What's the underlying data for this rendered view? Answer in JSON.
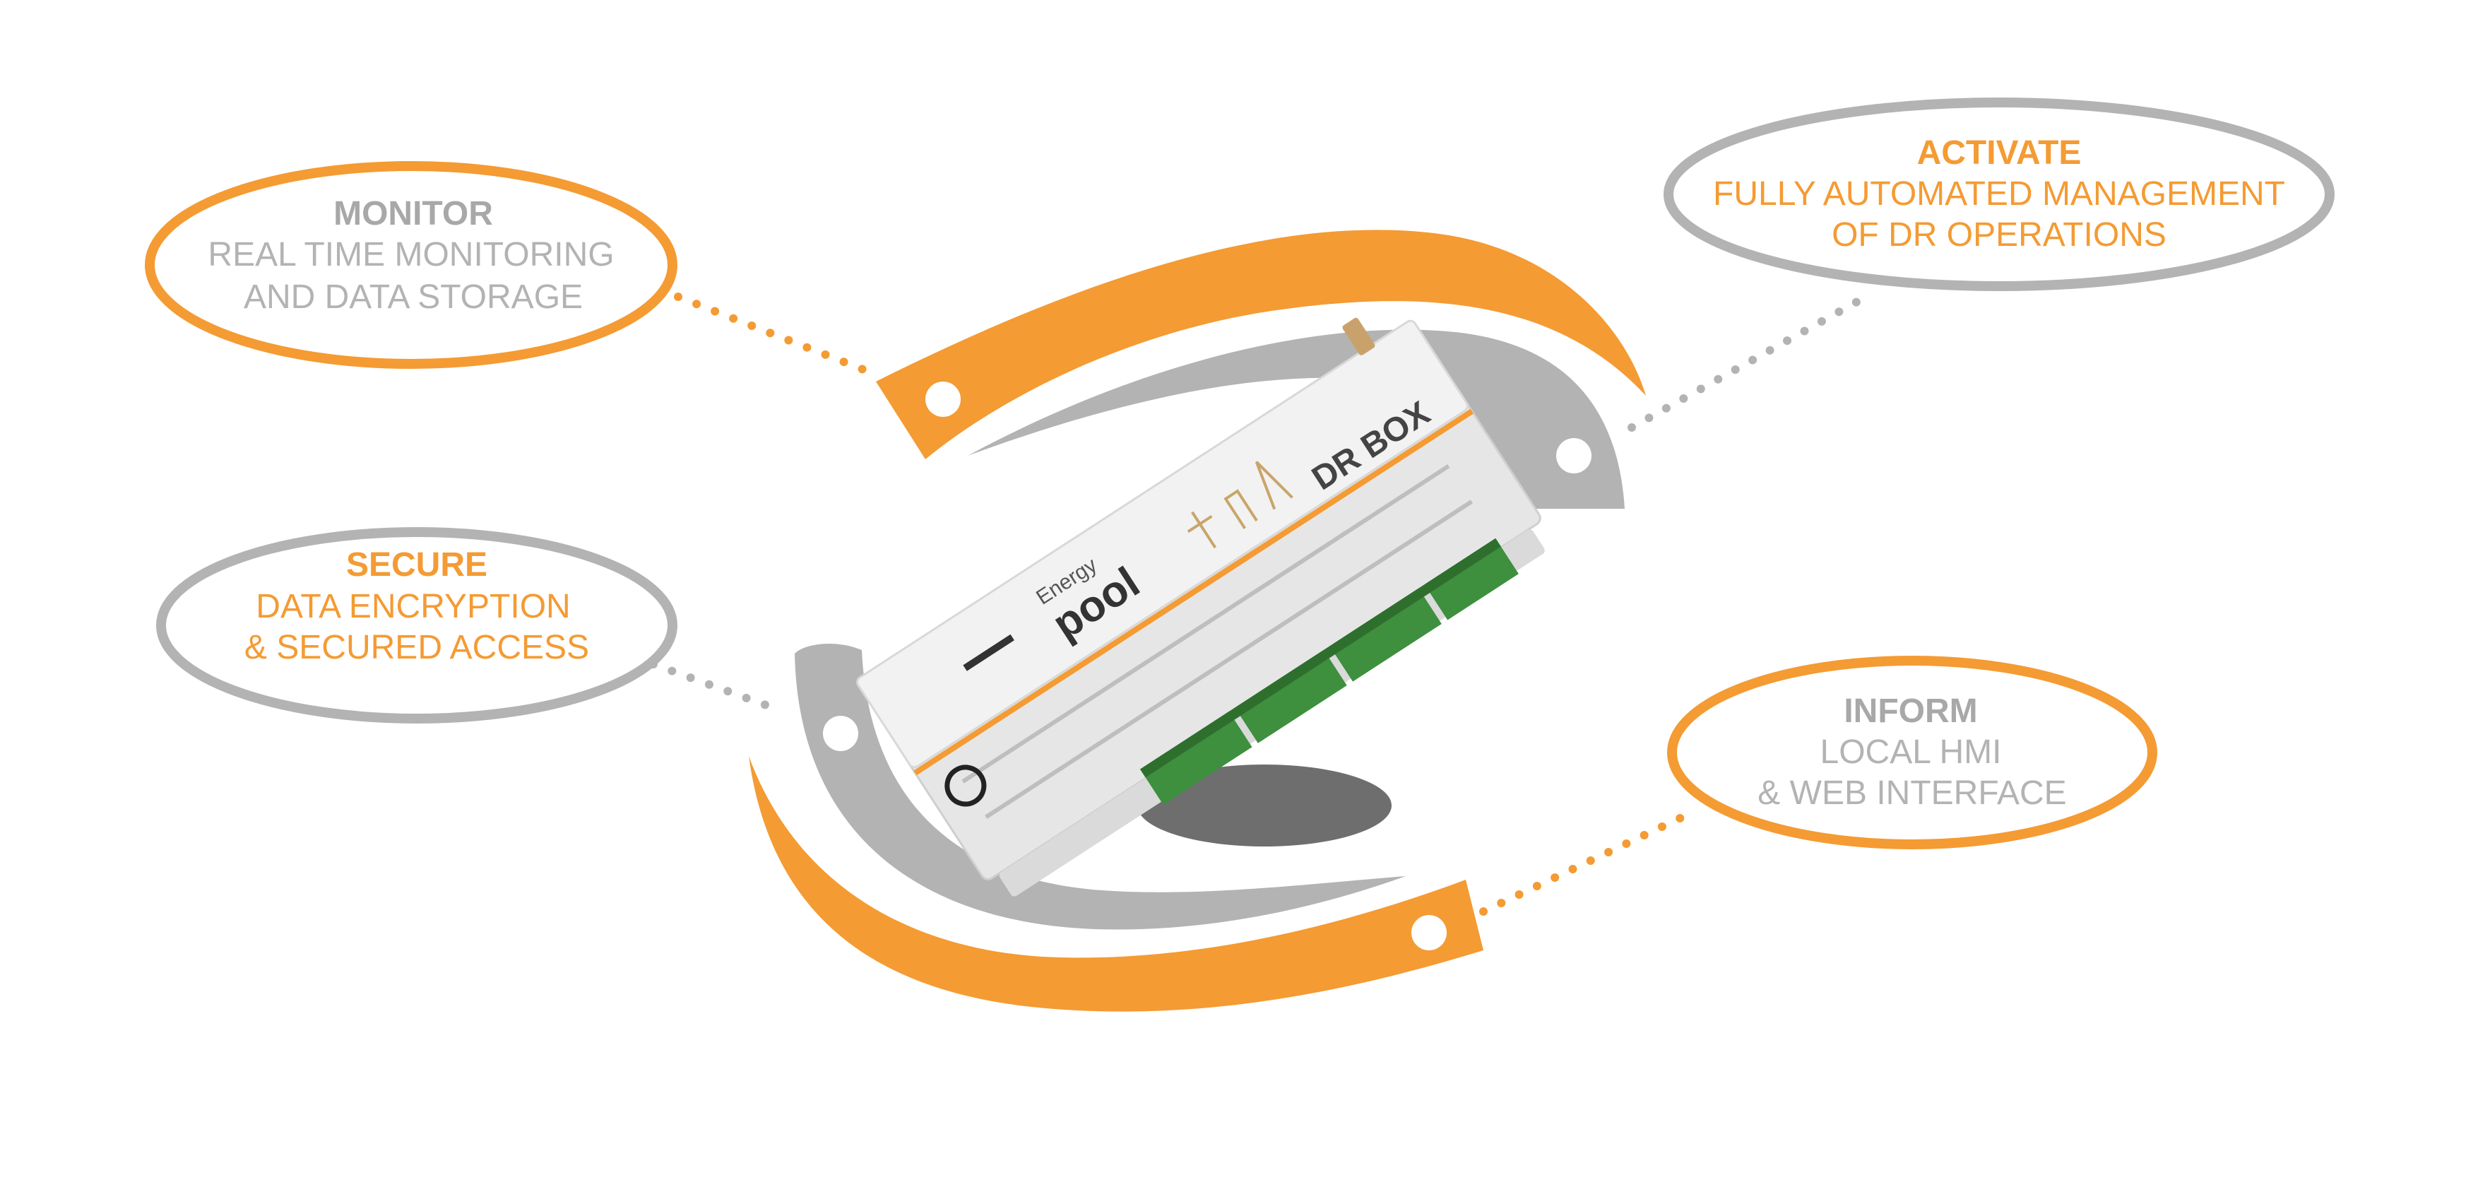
{
  "colors": {
    "orange": "#F49B33",
    "gray": "#B3B3B3",
    "dark_text": "#A8A8A8"
  },
  "callouts": {
    "monitor": {
      "title": "MONITOR",
      "line1": "REAL TIME MONITORING",
      "line2": "AND DATA STORAGE",
      "title_color": "gray",
      "text_color": "gray",
      "ring": "orange"
    },
    "activate": {
      "title": "ACTIVATE",
      "line1": "FULLY AUTOMATED MANAGEMENT",
      "line2": "OF DR OPERATIONS",
      "title_color": "orange",
      "text_color": "orange",
      "ring": "gray"
    },
    "secure": {
      "title": "SECURE",
      "line1": "DATA ENCRYPTION",
      "line2": "& SECURED ACCESS",
      "title_color": "orange",
      "text_color": "orange",
      "ring": "gray"
    },
    "inform": {
      "title": "INFORM",
      "line1": "LOCAL HMI",
      "line2": "& WEB INTERFACE",
      "title_color": "gray",
      "text_color": "gray",
      "ring": "orange"
    }
  },
  "device": {
    "brand_top": "Energy",
    "brand_main": "pool",
    "product_name": "DR BOX"
  },
  "icons": [
    "device-image",
    "swoosh-arc-icon"
  ]
}
